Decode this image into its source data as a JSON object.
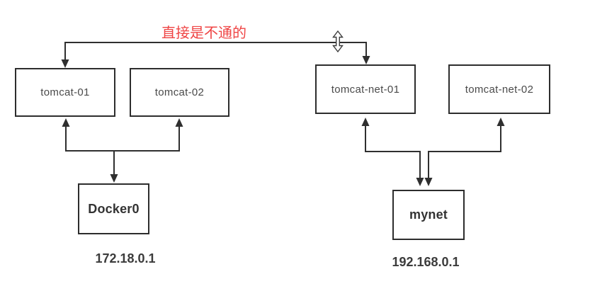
{
  "annotation": {
    "text": "直接是不通的",
    "color": "#ef4444"
  },
  "left_group": {
    "containers": [
      {
        "label": "tomcat-01"
      },
      {
        "label": "tomcat-02"
      }
    ],
    "network": {
      "label": "Docker0"
    },
    "gateway_ip": "172.18.0.1"
  },
  "right_group": {
    "containers": [
      {
        "label": "tomcat-net-01"
      },
      {
        "label": "tomcat-net-02"
      }
    ],
    "network": {
      "label": "mynet"
    },
    "gateway_ip": "192.168.0.1"
  },
  "icons": {
    "cursor": "vertical-resize-cursor"
  },
  "colors": {
    "line": "#2f2f2f",
    "box_border": "#2d2d2d",
    "label_text": "#4a4a4a",
    "annotation": "#ef4444",
    "background": "#ffffff"
  }
}
